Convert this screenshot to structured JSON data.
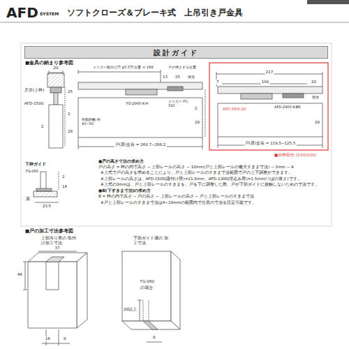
{
  "diagram": {
    "title": "ソフトクローズ＆ブレーキ式　上吊引き戸金具",
    "nodes": [
      {
        "text": [
          "設計ガイド"
        ]
      }
    ],
    "labels": [
      "AFD",
      "SYSTEM",
      "■金具の納まり参考図",
      "20",
      "天井(上枠)",
      "AFD-1500",
      "25",
      "2",
      "28",
      "2",
      "トリガー取付け穴 φ5.5穴 位置 = 189",
      "戸が停止する位置",
      "13",
      "25",
      "突当",
      "FD-2900-K-H",
      "トリガー FC-310",
      "作動距離 約40~50",
      "28",
      "2",
      "戸(扉)全長 = 260.7~268.2",
      "217",
      "7",
      "190",
      "20",
      "突当",
      "AFD-3300-2H",
      "AFD-2900-K-BR",
      "28",
      "戸(扉)全長 = 119.5~125.5",
      "■赤枠部分 (13/03/18)",
      "下枠ガイド",
      "FG-060",
      "2",
      "14",
      "床",
      "23.5",
      "●戸の高さ寸法の求め方",
      "戸の高さ = 枠の内寸高さ − 上部レールの高さ − 10mm(戸と上部レールの最大すきま寸法) − 3mm − A",
      "※上式で戸の高さを求めることにより、戸と上部レールのすきま寸法範囲で戸の上下調整ができます。",
      "※上部レールの高さは、AFD-1500(露付け用)=21.5mm、AFD-1300(埋込み用)=1.5mm(つばの厚さ)です。",
      "※上式の3mmは、戸と上部レールのすきまを、戸を下に調整した際、戸が下部ガイドに接触しないための寸法です。",
      "●B(下すきま寸法)の求め方",
      "B = 枠の内寸高さ − 戸の高さ − 上部レールの高さ − 戸と上部レールのすきま寸法",
      "※戸と上部レールのすきま寸法は4~10mmの範囲内で任意の寸法を設定可能です。",
      "■戸の加工寸法参考図",
      "上部吊り車の 取付け加工寸法",
      "37",
      "46",
      "16",
      "8",
      "下部ガイド溝の 加工寸法",
      "FG-060",
      "の場合",
      "28以上",
      "8"
    ]
  }
}
